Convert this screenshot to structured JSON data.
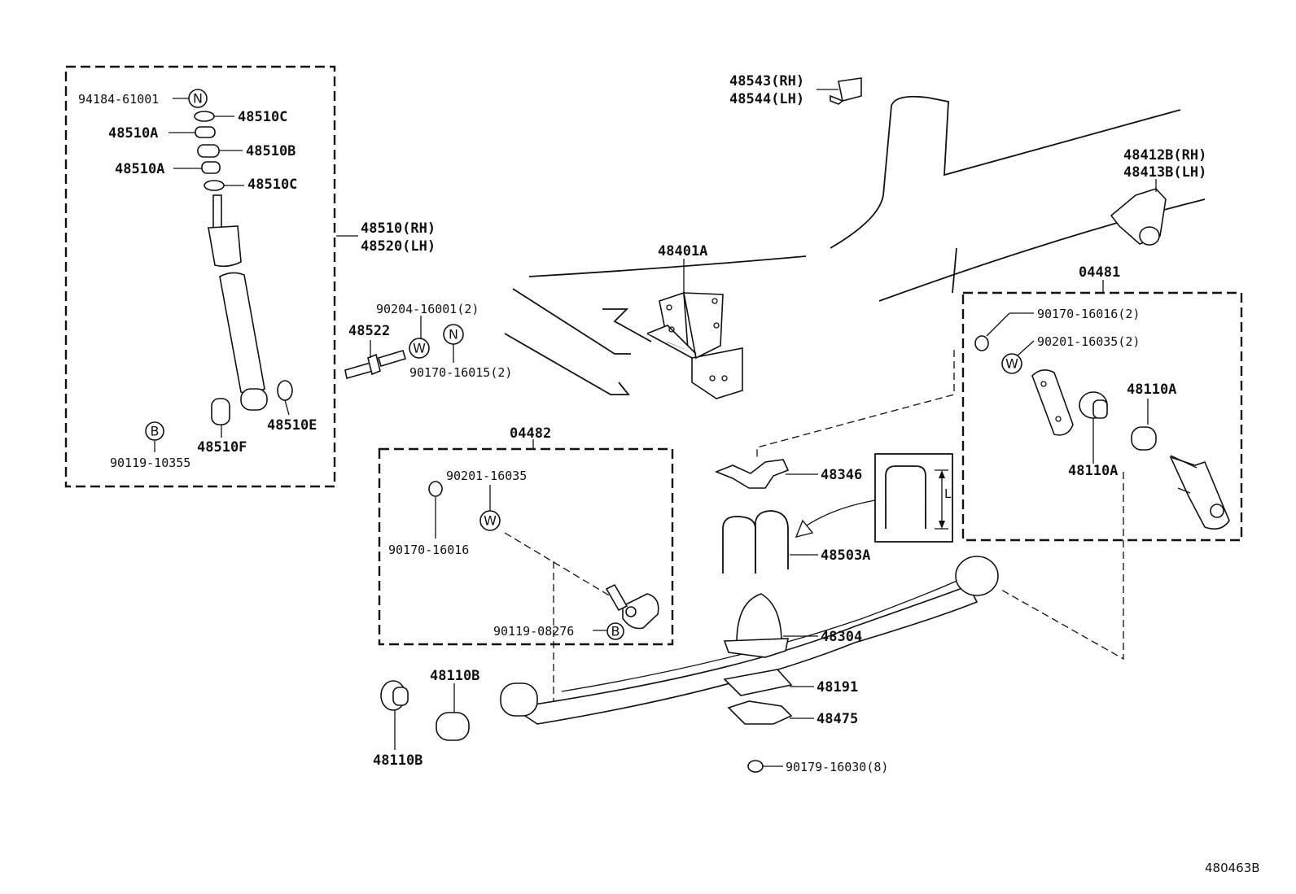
{
  "labels": {
    "l94184": "94184-61001",
    "l48510c_top": "48510C",
    "l48510a_1": "48510A",
    "l48510b": "48510B",
    "l48510a_2": "48510A",
    "l48510c_2": "48510C",
    "l48510rh": "48510(RH)",
    "l48520lh": "48520(LH)",
    "l48510e": "48510E",
    "l48510f": "48510F",
    "l90119_10355": "90119-10355",
    "l48522": "48522",
    "l90204": "90204-16001(2)",
    "l90170_16015": "90170-16015(2)",
    "l48543": "48543(RH)",
    "l48544": "48544(LH)",
    "l48401a": "48401A",
    "l48412b": "48412B(RH)",
    "l48413b": "48413B(LH)",
    "l04481": "04481",
    "l90170_16016_2": "90170-16016(2)",
    "l90201_16035_2": "90201-16035(2)",
    "l48110a_1": "48110A",
    "l48110a_2": "48110A",
    "l04482": "04482",
    "l90201_16035": "90201-16035",
    "l90170_16016": "90170-16016",
    "l90119_08276": "90119-08276",
    "l48346": "48346",
    "l48503a": "48503A",
    "l48304": "48304",
    "l48191": "48191",
    "l48475": "48475",
    "l90179": "90179-16030(8)",
    "l48110b_1": "48110B",
    "l48110b_2": "48110B",
    "dim_l": "L",
    "ref_code": "480463B"
  },
  "symbols": {
    "n": "N",
    "w": "W",
    "b": "B"
  }
}
